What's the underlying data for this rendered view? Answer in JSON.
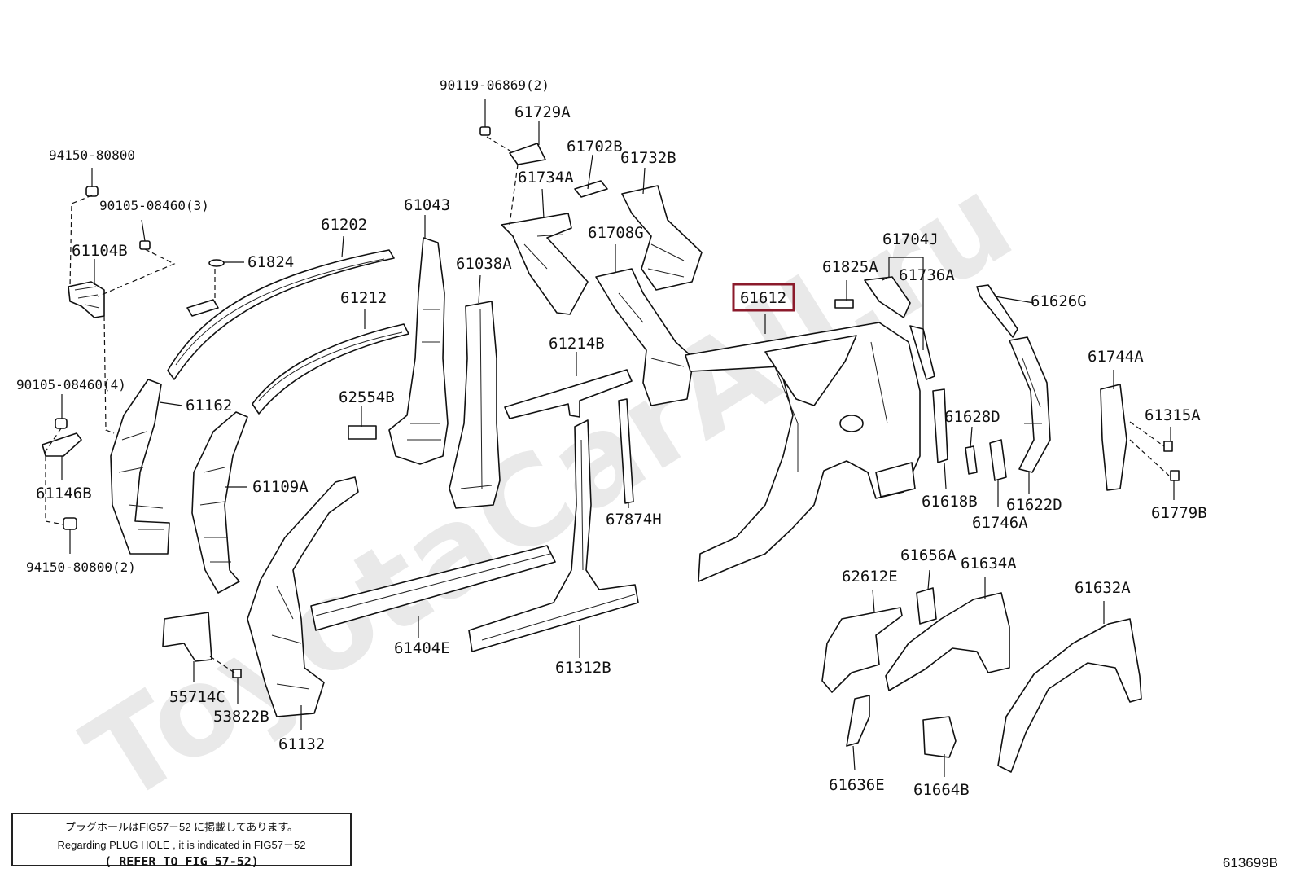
{
  "watermark": "ToyotaCarAll.ru",
  "highlight_color": "#8b1a2b",
  "labels": {
    "p90119": "90119-06869(2)",
    "p61729A": "61729A",
    "p61702B": "61702B",
    "p61732B": "61732B",
    "p61734A": "61734A",
    "p94150a": "94150-80800",
    "p90105a": "90105-08460(3)",
    "p61104B": "61104B",
    "p61202": "61202",
    "p61043": "61043",
    "p61824": "61824",
    "p61038A": "61038A",
    "p61708G": "61708G",
    "p61212": "61212",
    "p61704J": "61704J",
    "p61825A": "61825A",
    "p61736A": "61736A",
    "p61612": "61612",
    "p61626G": "61626G",
    "p90105b": "90105-08460(4)",
    "p61162": "61162",
    "p62554B": "62554B",
    "p61214B": "61214B",
    "p61628D": "61628D",
    "p61744A": "61744A",
    "p61315A": "61315A",
    "p61146B": "61146B",
    "p61109A": "61109A",
    "p61618B": "61618B",
    "p61622D": "61622D",
    "p61779B": "61779B",
    "p94150b": "94150-80800(2)",
    "p67874H": "67874H",
    "p61746A": "61746A",
    "p61656A": "61656A",
    "p61634A": "61634A",
    "p62612E": "62612E",
    "p61632A": "61632A",
    "p61404E": "61404E",
    "p61312B": "61312B",
    "p55714C": "55714C",
    "p53822B": "53822B",
    "p61132": "61132",
    "p61636E": "61636E",
    "p61664B": "61664B"
  },
  "note": {
    "line1": "プラグホールはFIG57－52 に掲載してあります。",
    "line2": "Regarding  PLUG HOLE , it is indicated in FIG57－52",
    "line3": "( REFER TO FIG 57-52)"
  },
  "figure_code": "613699B"
}
